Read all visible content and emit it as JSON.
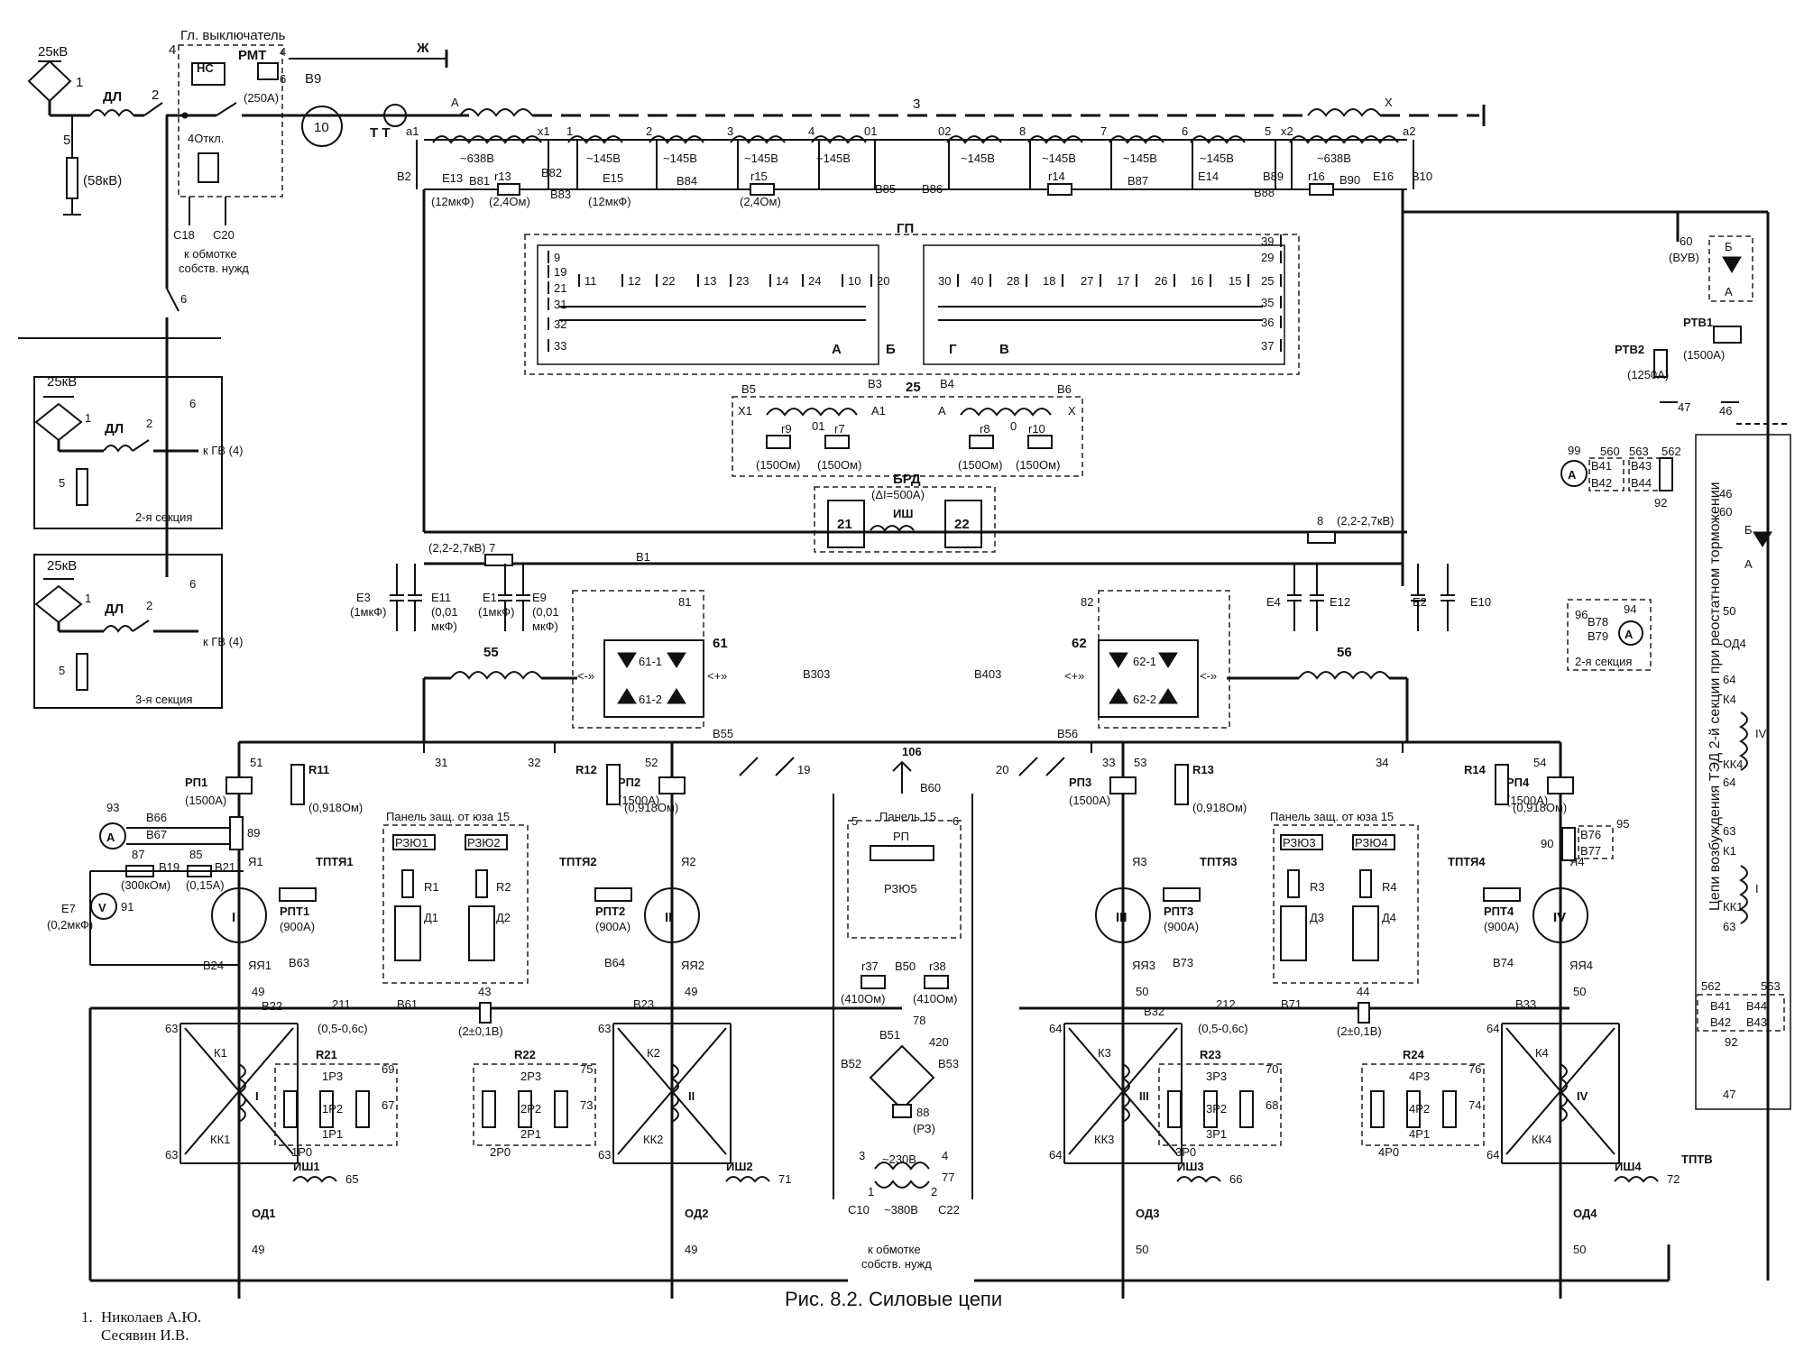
{
  "caption": "Рис. 8.2. Силовые цепи",
  "footnote": {
    "number": "1.",
    "line1": "Николаев А.Ю.",
    "line2": "Сесявин И.В."
  },
  "side_label": "Цепи возбуждения ТЭД 2-й секции при реостатном торможении",
  "input": {
    "voltage": "25кВ",
    "pantograph": "1",
    "reactor": "ДЛ",
    "disconnector": "2",
    "divider": "5",
    "divider_voltage": "(58кВ)",
    "main_breaker": "Гл. выключатель",
    "breaker_num": "4",
    "hs": "НС",
    "trip": "4Откл.",
    "rmt": "РМТ",
    "rmt_current": "(250А)",
    "rmt_n1": "4",
    "rmt_n2": "6",
    "v9": "В9",
    "t10": "10",
    "tt": "Т Т",
    "zh": "Ж",
    "c18": "С18",
    "c20": "С20",
    "aux1": "к обмотке",
    "aux2": "собств. нужд",
    "sw6": "6"
  },
  "sections": [
    {
      "voltage": "25кВ",
      "label": "2-я секция",
      "pantograph": "1",
      "reactor": "ДЛ",
      "disconnector": "2",
      "divider": "5",
      "sw": "6",
      "to_gv": "к ГВ (4)"
    },
    {
      "voltage": "25кВ",
      "label": "3-я секция",
      "pantograph": "1",
      "reactor": "ДЛ",
      "disconnector": "2",
      "divider": "5",
      "sw": "6",
      "to_gv": "к ГВ (4)"
    }
  ],
  "transformer": {
    "bus": "3",
    "a": "А",
    "x": "Х",
    "taps": [
      "а1",
      "х1",
      "1",
      "2",
      "3",
      "4",
      "01",
      "02",
      "8",
      "7",
      "6",
      "5",
      "х2",
      "а2"
    ],
    "windings": [
      "~638В",
      "~145В",
      "~145В",
      "~145В",
      "~145В",
      "~145В",
      "~145В",
      "~145В",
      "~145В",
      "~638В"
    ],
    "wires": [
      "В2",
      "В81",
      "В82",
      "В83",
      "В84",
      "В85",
      "В86",
      "В87",
      "В88",
      "В89",
      "В90",
      "В10"
    ],
    "snubbers": [
      "Е13",
      "(12мкФ)",
      "r13",
      "(2,4Ом)",
      "Е15",
      "(12мкФ)",
      "r15",
      "(2,4Ом)",
      "r14",
      "Е14",
      "r16",
      "Е16"
    ]
  },
  "gp": {
    "label": "ГП",
    "left_nums": [
      "9",
      "19",
      "21",
      "31",
      "32",
      "33",
      "11",
      "12",
      "22",
      "13",
      "23",
      "14",
      "24",
      "10",
      "20"
    ],
    "right_nums": [
      "30",
      "40",
      "28",
      "18",
      "27",
      "17",
      "26",
      "16",
      "15",
      "39",
      "29",
      "25",
      "35",
      "36",
      "37"
    ],
    "outs": [
      "А",
      "Б",
      "Г",
      "В"
    ]
  },
  "reactor25": {
    "num": "25",
    "wires": [
      "В5",
      "В3",
      "В4",
      "В6"
    ],
    "x1": "Х1",
    "a1": "А1",
    "a": "А",
    "x": "Х",
    "mid1": "01",
    "mid2": "0",
    "resistors": [
      "r9",
      "(150Ом)",
      "r7",
      "(150Ом)",
      "r8",
      "(150Ом)",
      "r10",
      "(150Ом)"
    ]
  },
  "brd": {
    "label": "БРД",
    "current": "(ΔI=500А)",
    "shunt": "ИШ",
    "s1": "21",
    "s2": "22"
  },
  "filters": {
    "left_div": "(2,2-2,7кВ) 7",
    "right_div": "8",
    "right_val": "(2,2-2,7кВ)",
    "b1": "В1",
    "caps": [
      "Е3",
      "(1мкФ)",
      "Е11",
      "(0,01",
      "мкФ)",
      "Е1",
      "(1мкФ)",
      "Е9",
      "(0,01",
      "мкФ)",
      "Е4",
      "Е12",
      "Е2",
      "Е10"
    ]
  },
  "rectifiers": {
    "left": "61",
    "right": "62",
    "left_in": "81",
    "right_in": "82",
    "l_top": "61-1",
    "l_bot": "61-2",
    "r_top": "62-1",
    "r_bot": "62-2",
    "sign_minus": "<-»",
    "sign_plus": "<+»"
  },
  "smoothing": {
    "l55": "55",
    "l56": "56",
    "b303": "В303",
    "b403": "В403",
    "b55": "В55",
    "b56": "В56",
    "b60": "В60",
    "sw106": "106",
    "sw19": "19",
    "sw20": "20"
  },
  "motors": [
    {
      "roman": "I",
      "line": "51",
      "rp": "РП1",
      "rp_i": "(1500А)",
      "r": "R11",
      "r_val": "(0,918Ом)",
      "sw": "31",
      "rpt": "РПТ1",
      "rpt_i": "(900А)",
      "tpt": "ТПТЯ1",
      "ya": "Я1",
      "yaya": "ЯЯ1",
      "b_in": "В63",
      "b_out": "В24",
      "n49": "49"
    },
    {
      "roman": "II",
      "line": "52",
      "rp": "РП2",
      "rp_i": "(1500А)",
      "r": "R12",
      "r_val": "(0,918Ом)",
      "sw": "32",
      "rpt": "РПТ2",
      "rpt_i": "(900А)",
      "tpt": "ТПТЯ2",
      "ya": "Я2",
      "yaya": "ЯЯ2",
      "b_in": "В64",
      "b_out": "",
      "n49": "49"
    },
    {
      "roman": "III",
      "line": "53",
      "rp": "РП3",
      "rp_i": "(1500А)",
      "r": "R13",
      "r_val": "(0,918Ом)",
      "sw": "33",
      "rpt": "РПТ3",
      "rpt_i": "(900А)",
      "tpt": "ТПТЯ3",
      "ya": "Я3",
      "yaya": "ЯЯ3",
      "b_in": "В73",
      "b_out": "",
      "n49": "50"
    },
    {
      "roman": "IV",
      "line": "54",
      "rp": "РП4",
      "rp_i": "(1500А)",
      "r": "R14",
      "r_val": "(0,918Ом)",
      "sw": "34",
      "rpt": "РПТ4",
      "rpt_i": "(900А)",
      "tpt": "ТПТЯ4",
      "ya": "Я4",
      "yaya": "ЯЯ4",
      "b_in": "В74",
      "b_out": "",
      "n49": "50"
    }
  ],
  "panels": [
    {
      "title": "Панель защ. от юза 15",
      "r1": "РЗЮ1",
      "r2": "РЗЮ2",
      "ra": "R1",
      "rb": "R2",
      "da": "Д1",
      "db": "Д2"
    },
    {
      "title": "Панель защ. от юза 15",
      "r1": "РЗЮ3",
      "r2": "РЗЮ4",
      "ra": "R3",
      "rb": "R4",
      "da": "Д3",
      "db": "Д4"
    }
  ],
  "center_panel": {
    "title": "Панель 15",
    "rp": "РП",
    "r5": "РЗЮ5",
    "n5": "5",
    "n6": "6"
  },
  "meters": {
    "a93": "93",
    "a_sym": "А",
    "b66": "В66",
    "b67": "В67",
    "n89": "89",
    "n87": "87",
    "n87v": "(300кОм)",
    "b19": "В19",
    "n85": "85",
    "n85v": "(0,15А)",
    "b21": "В21",
    "v91": "91",
    "v_sym": "V",
    "e7": "Е7",
    "e7v": "(0,2мкФ)",
    "n90": "90",
    "b76": "В76",
    "b77": "В77",
    "n95": "95"
  },
  "brake": {
    "r37": "r37",
    "r37v": "(410Ом)",
    "b50": "В50",
    "r38": "r38",
    "r38v": "(410Ом)",
    "n78": "78",
    "b51": "В51",
    "n420": "420",
    "b52": "В52",
    "b53": "В53",
    "n88": "88",
    "rz": "(РЗ)",
    "n3": "3",
    "v230": "~230В",
    "n4": "4",
    "n77": "77",
    "n1": "1",
    "n2": "2",
    "c10": "С10",
    "v380": "~380В",
    "c22": "С22",
    "aux1": "к обмотке",
    "aux2": "собств. нужд"
  },
  "fields": [
    {
      "k": "К1",
      "kk": "КК1",
      "roman": "I",
      "r": "R21",
      "p3": "1Р3",
      "p2": "1Р2",
      "p1": "1Р1",
      "p0": "1Р0",
      "ish": "ИШ1",
      "od": "ОД1",
      "n63": "63",
      "n69": "69",
      "n67": "67",
      "n65": "65",
      "n49": "49"
    },
    {
      "k": "К2",
      "kk": "КК2",
      "roman": "II",
      "r": "R22",
      "p3": "2Р3",
      "p2": "2Р2",
      "p1": "2Р1",
      "p0": "2Р0",
      "ish": "ИШ2",
      "od": "ОД2",
      "n63": "63",
      "n69": "75",
      "n67": "73",
      "n65": "71",
      "n49": "49"
    },
    {
      "k": "К3",
      "kk": "КК3",
      "roman": "III",
      "r": "R23",
      "p3": "3Р3",
      "p2": "3Р2",
      "p1": "3Р1",
      "p0": "3Р0",
      "ish": "ИШ3",
      "od": "ОД3",
      "n63": "64",
      "n69": "70",
      "n67": "68",
      "n65": "66",
      "n49": "50"
    },
    {
      "k": "К4",
      "kk": "КК4",
      "roman": "IV",
      "r": "R24",
      "p3": "4Р3",
      "p2": "4Р2",
      "p1": "4Р1",
      "p0": "4Р0",
      "ish": "ИШ4",
      "od": "ОД4",
      "n63": "64",
      "n69": "76",
      "n67": "74",
      "n65": "72",
      "n49": "50"
    }
  ],
  "timers": {
    "b22": "В22",
    "n211": "211",
    "n211v": "(0,5-0,6с)",
    "b61": "В61",
    "n43": "43",
    "n43v": "(2±0,1В)",
    "b23": "В23",
    "b32": "В32",
    "n212": "212",
    "n212v": "(0,5-0,6с)",
    "b71": "В71",
    "n44": "44",
    "n44v": "(2±0,1В)",
    "b33": "В33"
  },
  "right_side": {
    "n60": "60",
    "vuv": "(ВУВ)",
    "b": "Б",
    "a": "А",
    "rtv1": "РТВ1",
    "rtv1v": "(1500А)",
    "rtv2": "РТВ2",
    "rtv2v": "(1250А)",
    "n47": "47",
    "n46": "46",
    "n99": "99",
    "a_sym": "А",
    "b41": "В41",
    "b42": "В42",
    "b43": "В43",
    "b44": "В44",
    "n560": "560",
    "n563": "563",
    "n562": "562",
    "n92": "92",
    "n96": "96",
    "b78": "В78",
    "b79": "В79",
    "n94": "94",
    "sec2": "2-я секция",
    "n50": "50",
    "od4": "ОД4",
    "n64": "64",
    "k4": "К4",
    "iv": "IV",
    "kk4": "КК4",
    "n63": "63",
    "k1": "К1",
    "i": "I",
    "kk1": "КК1",
    "tptv": "ТПТВ"
  }
}
